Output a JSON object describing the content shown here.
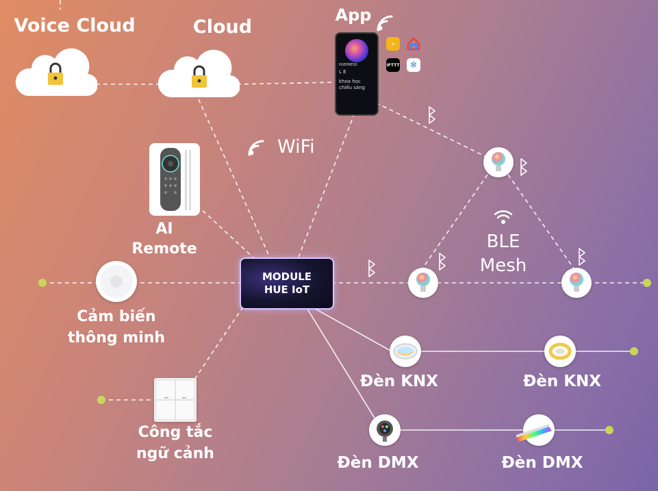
{
  "nodes": {
    "voice_cloud": "Voice Cloud",
    "cloud": "Cloud",
    "app": "App",
    "wifi": "WiFi",
    "ai_remote_line1": "AI",
    "ai_remote_line2": "Remote",
    "module_line1": "MODULE",
    "module_line2": "HUE IoT",
    "ble_line1": "BLE",
    "ble_line2": "Mesh",
    "sensor_line1": "Cảm biến",
    "sensor_line2": "thông minh",
    "knx_1": "Đèn KNX",
    "knx_2": "Đèn KNX",
    "dmx_1": "Đèn DMX",
    "dmx_2": "Đèn DMX",
    "switch_line1": "Công tắc",
    "switch_line2": "ngữ cảnh"
  },
  "phone_screen": {
    "brand": "HUEPRESS",
    "line1": "L E",
    "line2": "khoa học",
    "line3": "chiếu sáng"
  },
  "app_icons": [
    "home-icon",
    "google-home-icon",
    "ifttt-icon",
    "snowflake-icon"
  ],
  "app_icon_labels": {
    "ifttt": "IFTTT"
  },
  "colors": {
    "line": "#ffffff",
    "endpoint_dot": "#c9d65a",
    "lock": "#f2c43a"
  }
}
